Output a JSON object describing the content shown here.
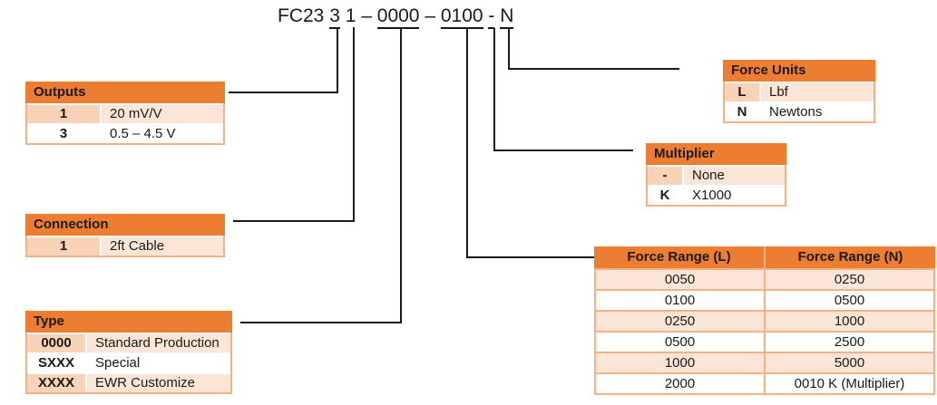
{
  "colors": {
    "header_orange": "#ED7D31",
    "border_orange": "#F4B183",
    "row_peach": "#FBE5D6",
    "code_peach": "#F8D3B8",
    "line_orange": "#F07E32",
    "line_blue": "#6FA8DC",
    "underline": "#141414",
    "text": "#1A1A1A"
  },
  "part_number": {
    "full": "FC23 3 1 – 0000 – 0100 - N",
    "segments": [
      {
        "text": "FC23 ",
        "underlined": false
      },
      {
        "text": "3",
        "underlined": true
      },
      {
        "text": " ",
        "underlined": false
      },
      {
        "text": "1",
        "underlined": false
      },
      {
        "text": " – ",
        "underlined": false
      },
      {
        "text": "0000",
        "underlined": true
      },
      {
        "text": " – ",
        "underlined": false
      },
      {
        "text": "0100",
        "underlined": true
      },
      {
        "text": " ",
        "underlined": false
      },
      {
        "text": "-",
        "underlined": true
      },
      {
        "text": " ",
        "underlined": false
      },
      {
        "text": "N",
        "underlined": true
      }
    ]
  },
  "tables": {
    "outputs": {
      "title": "Outputs",
      "rows": [
        {
          "code": "1",
          "desc": "20 mV/V"
        },
        {
          "code": "3",
          "desc": "0.5 – 4.5 V"
        }
      ]
    },
    "connection": {
      "title": "Connection",
      "rows": [
        {
          "code": "1",
          "desc": "2ft Cable"
        }
      ]
    },
    "type": {
      "title": "Type",
      "rows": [
        {
          "code": "0000",
          "desc": "Standard Production"
        },
        {
          "code": "SXXX",
          "desc": "Special"
        },
        {
          "code": "XXXX",
          "desc": "EWR Customize"
        }
      ]
    },
    "force_units": {
      "title": "Force Units",
      "rows": [
        {
          "code": "L",
          "desc": "Lbf"
        },
        {
          "code": "N",
          "desc": "Newtons"
        }
      ]
    },
    "multiplier": {
      "title": "Multiplier",
      "rows": [
        {
          "code": "-",
          "desc": "None"
        },
        {
          "code": "K",
          "desc": "X1000"
        }
      ]
    },
    "force_range": {
      "headers": [
        "Force Range (L)",
        "Force Range (N)"
      ],
      "rows": [
        [
          "0050",
          "0250"
        ],
        [
          "0100",
          "0500"
        ],
        [
          "0250",
          "1000"
        ],
        [
          "0500",
          "2500"
        ],
        [
          "1000",
          "5000"
        ],
        [
          "2000",
          "0010 K (Multiplier)"
        ]
      ]
    }
  }
}
